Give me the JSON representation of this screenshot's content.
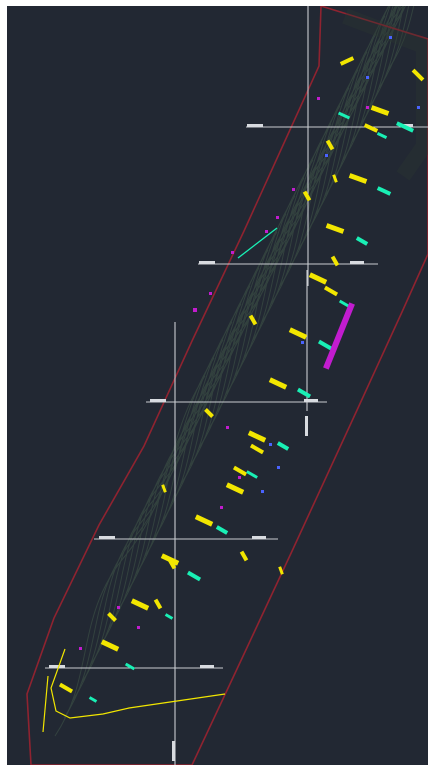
{
  "app": {
    "view": "model-space",
    "colors": {
      "background": "#222833",
      "boundary": "#8f2330",
      "gridline": "#c9ccd1",
      "contour": "#2f3e3a",
      "label_yellow": "#f2e600",
      "label_cyan": "#19f0b5",
      "label_magenta": "#c21ccf",
      "accent_blue": "#4a63ff"
    }
  },
  "drawing": {
    "sheet_markers": [
      {
        "id": "m1",
        "text": "",
        "icon": "grid-tick-label"
      },
      {
        "id": "m2",
        "text": "",
        "icon": "grid-tick-label"
      }
    ],
    "gridlines": {
      "vertical": 3,
      "horizontal": 5
    },
    "annotation_style": "blurred-illegible-labels"
  }
}
